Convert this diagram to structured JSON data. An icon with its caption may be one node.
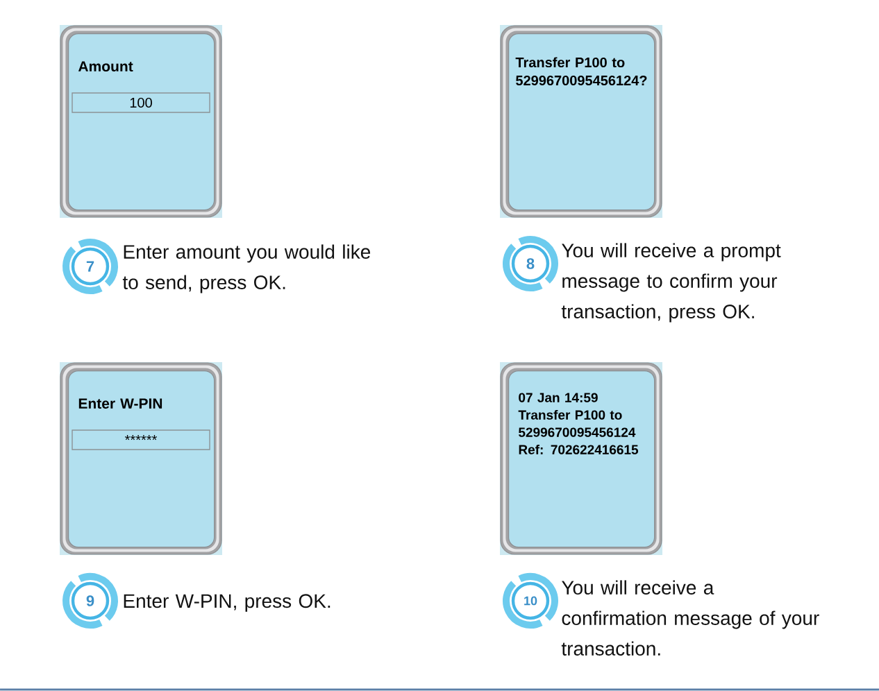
{
  "diagram": {
    "nodes": [
      {
        "text": [
          "Amount"
        ]
      },
      {
        "text": [
          "100"
        ],
        "in": 0
      },
      {
        "text": [
          "Transfer P100 to 5299670095456124?"
        ]
      },
      {
        "text": [
          "7"
        ],
        "beside": [
          "Enter amount you would like to send, press OK."
        ]
      },
      {
        "text": [
          "8"
        ],
        "beside": [
          "You will receive a prompt message to confirm your transaction, press OK."
        ]
      },
      {
        "text": [
          "Enter W-PIN"
        ]
      },
      {
        "text": [
          "******"
        ],
        "in": 5
      },
      {
        "text": [
          "07 Jan 14:59 Transfer P100 to 5299670095456124 Ref: 702622416615"
        ]
      },
      {
        "text": [
          "9"
        ],
        "beside": [
          "Enter W-PIN, press OK."
        ]
      },
      {
        "text": [
          "10"
        ],
        "beside": [
          "You will receive a confirmation message of your transaction."
        ]
      }
    ]
  }
}
